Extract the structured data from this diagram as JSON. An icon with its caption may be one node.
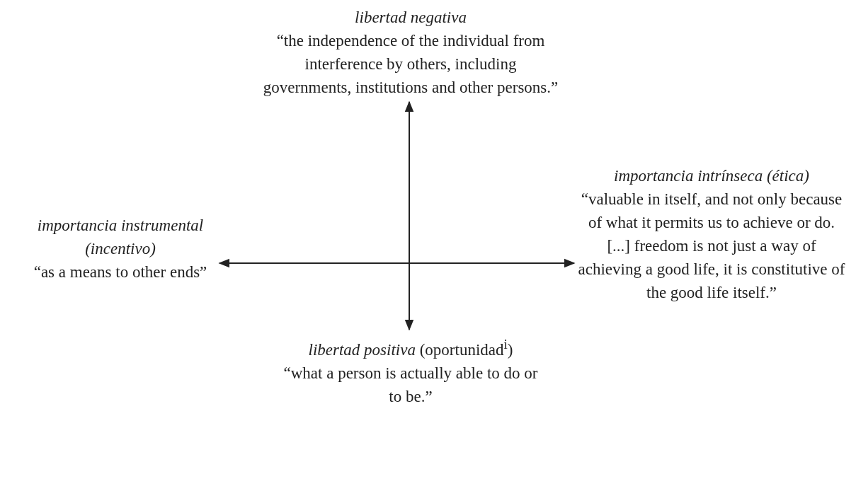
{
  "diagram": {
    "nodes": [
      {
        "text": [
          "libertad negativa",
          "“the independence of the individual from interference by others, including governments, institutions and other persons.”"
        ]
      },
      {
        "text": [
          "importancia instrumental (incentivo)",
          "“as a means to other ends”"
        ]
      },
      {
        "text": [
          "importancia intrínseca (ética)",
          "“valuable in itself, and not only because of what it permits us to achieve or do. [...] freedom is not just a way of achieving a good life, it is constitutive of the good life itself.”"
        ]
      },
      {
        "text": [
          "*libertad positiva* (oportunidad$^{i}$)",
          "“what a person is actually able to do or to be.”"
        ]
      }
    ],
    "edges": [
      {
        "from": 0,
        "to": 3,
        "arrow": "both"
      },
      {
        "from": 1,
        "to": 2,
        "arrow": "both"
      }
    ]
  }
}
